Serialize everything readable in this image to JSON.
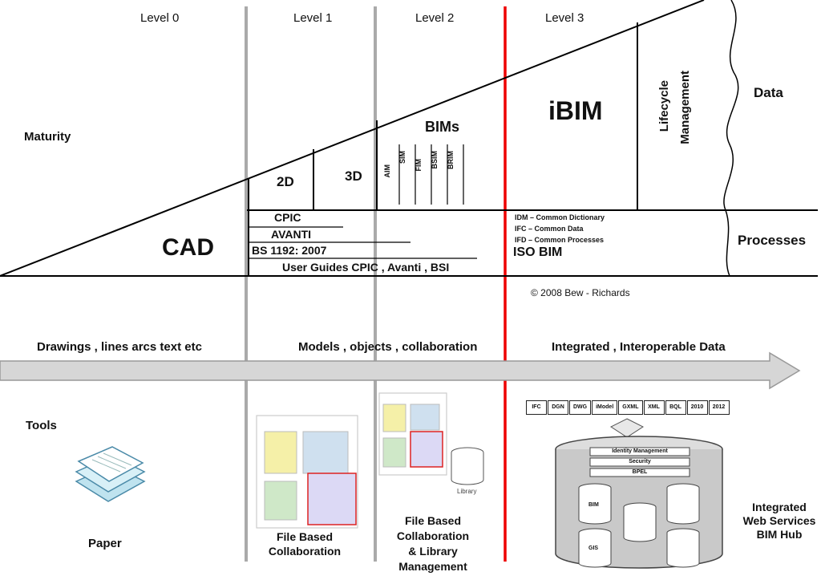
{
  "levels": [
    "Level 0",
    "Level 1",
    "Level 2",
    "Level 3"
  ],
  "rows": {
    "maturity": "Maturity",
    "tools": "Tools"
  },
  "right_labels": {
    "data": "Data",
    "processes": "Processes"
  },
  "cells": {
    "cad": "CAD",
    "d2": "2D",
    "d3": "3D",
    "bims": "BIMs",
    "bim_types": [
      "AIM",
      "SIM",
      "FIM",
      "BSIM",
      "BRIM"
    ],
    "ibim": "iBIM",
    "lifecycle_1": "Lifecycle",
    "lifecycle_2": "Management"
  },
  "standards": [
    "CPIC",
    "AVANTI",
    "BS 1192: 2007",
    "User Guides CPIC , Avanti , BSI"
  ],
  "iso_items": [
    "IDM – Common Dictionary",
    "IFC – Common Data",
    "IFD – Common Processes"
  ],
  "iso_bim": "ISO BIM",
  "copyright": "© 2008 Bew - Richards",
  "arrow_labels": [
    "Drawings ,  lines arcs text etc",
    "Models , objects , collaboration",
    "Integrated ,  Interoperable Data"
  ],
  "formats": [
    "IFC",
    "DGN",
    "DWG",
    "iModel",
    "GXML",
    "XML",
    "BQL",
    "2010",
    "2012"
  ],
  "hub_layers": [
    "Identity Management",
    "Security",
    "BPEL"
  ],
  "hub_dbs": [
    "BIM",
    "",
    "GIS",
    ""
  ],
  "library": "Library",
  "tool_captions": {
    "paper": "Paper",
    "file_collab": [
      "File Based",
      "Collaboration"
    ],
    "file_lib": [
      "File Based",
      "Collaboration",
      "& Library",
      "Management"
    ],
    "hub": [
      "Integrated",
      "Web Services",
      "BIM Hub"
    ]
  }
}
